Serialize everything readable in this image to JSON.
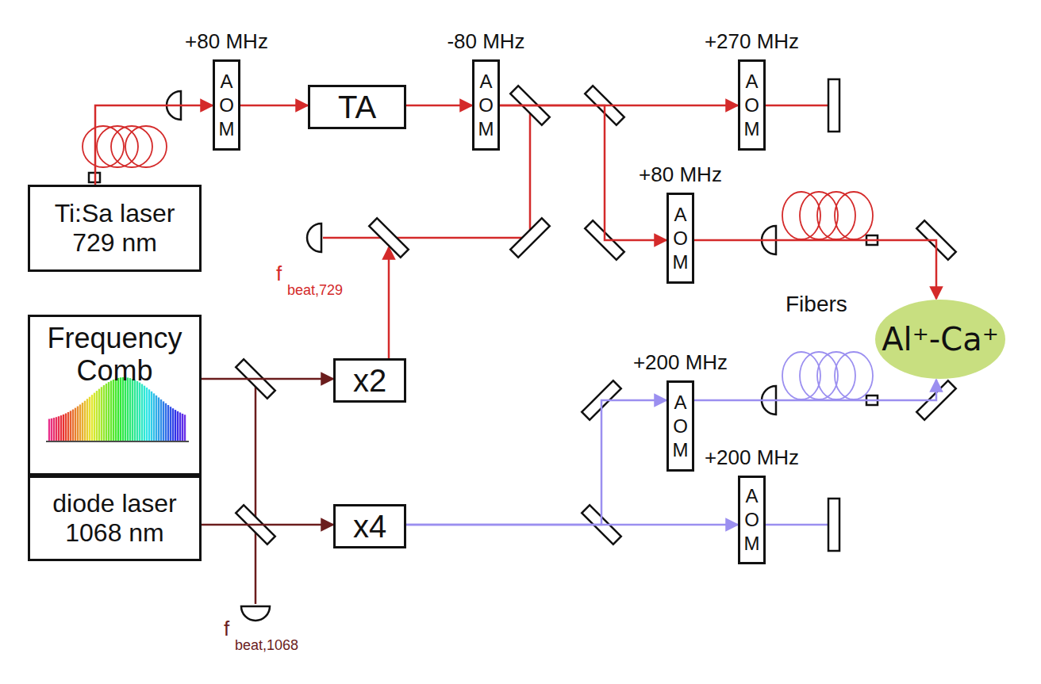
{
  "diagram": {
    "nodes": [
      {
        "text": [
          "Ti:Sa laser 729 nm"
        ]
      },
      {
        "text": [
          "+80 MHz",
          "A O M"
        ]
      },
      {
        "text": [
          "TA"
        ]
      },
      {
        "text": [
          "-80 MHz",
          "A O M"
        ]
      },
      {
        "text": [
          "+270 MHz",
          "A O M"
        ]
      },
      {
        "text": [
          "+80 MHz",
          "A O M"
        ]
      },
      {
        "text": [
          "Frequency Comb"
        ]
      },
      {
        "text": [
          "x2"
        ]
      },
      {
        "text": [
          "diode laser 1068 nm"
        ]
      },
      {
        "text": [
          "x4"
        ]
      },
      {
        "text": [
          "+200 MHz",
          "A O M"
        ]
      },
      {
        "text": [
          "+200 MHz",
          "A O M"
        ]
      },
      {
        "text": [
          "Al⁺-Ca⁺"
        ]
      }
    ],
    "edges": [
      {
        "from": 0,
        "to": 1,
        "arrow": "to"
      },
      {
        "from": 1,
        "to": 2,
        "arrow": "to"
      },
      {
        "from": 2,
        "to": 3,
        "arrow": "to"
      },
      {
        "from": 3,
        "to": 4,
        "arrow": "to"
      },
      {
        "from": 3,
        "to": 5,
        "arrow": "to"
      },
      {
        "from": 6,
        "to": 7,
        "arrow": "to"
      },
      {
        "from": 8,
        "to": 9,
        "arrow": "to"
      },
      {
        "from": 9,
        "to": 10,
        "arrow": "to"
      },
      {
        "from": 9,
        "to": 11,
        "arrow": "to"
      },
      {
        "from": 5,
        "to": 12,
        "arrow": "to"
      },
      {
        "from": 10,
        "to": 12,
        "arrow": "to"
      }
    ],
    "labels": [
      "f",
      "beat,729",
      "f",
      "beat,1068",
      "Fibers"
    ]
  }
}
